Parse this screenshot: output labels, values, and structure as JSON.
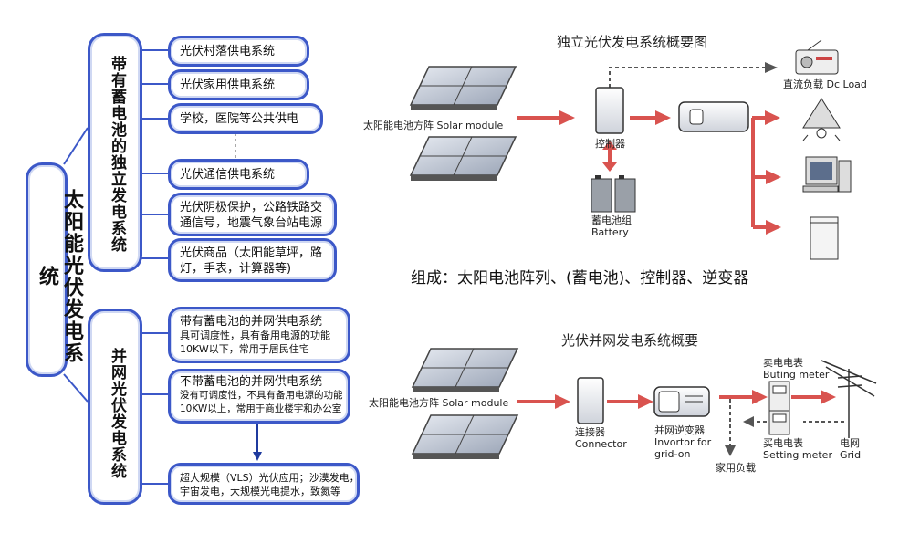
{
  "tree": {
    "root": "太阳能光伏发电系统",
    "branch1": {
      "label": "带有蓄电池的独立发电系统",
      "items": [
        "光伏村落供电系统",
        "光伏家用供电系统",
        "学校，医院等公共供电",
        "光伏通信供电系统",
        [
          "光伏阴极保护，公路铁路交",
          "通信号，地震气象台站电源"
        ],
        [
          "光伏商品（太阳能草坪，路",
          "灯，手表，计算器等)"
        ]
      ]
    },
    "branch2": {
      "label": "并网光伏发电系统",
      "items": [
        [
          "带有蓄电池的并网供电系统",
          "具可调度性，具有备用电源的功能",
          "10KW以下，常用于居民住宅"
        ],
        [
          "不带蓄电池的并网供电系统",
          "没有可调度性，不具有备用电源的功能",
          "10KW以上，常用于商业楼宇和办公室"
        ],
        [
          "超大规模（VLS）光伏应用；沙漠发电，",
          "宇宙发电，大规模光电提水，致氮等"
        ]
      ]
    }
  },
  "standalone": {
    "title": "独立光伏发电系统概要图",
    "solar_label": "太阳能电池方阵  Solar module",
    "controller": "控制器",
    "battery": [
      "蓄电池组",
      "Battery"
    ],
    "dc_load": "直流负载 Dc Load",
    "composition": "组成：太阳电池阵列、(蓄电池)、控制器、逆变器"
  },
  "grid": {
    "title": "光伏并网发电系统概要",
    "solar_label": "太阳能电池方阵  Solar module",
    "connector": [
      "连接器",
      "Connector"
    ],
    "inverter": [
      "并网逆变器",
      "Invortor for",
      "grid-on"
    ],
    "sell_meter": [
      "卖电电表",
      "Buting meter"
    ],
    "buy_meter": [
      "买电电表",
      "Setting meter"
    ],
    "grid": [
      "电网",
      "Grid"
    ],
    "home_load": "家用负载"
  },
  "colors": {
    "pill_border": "#3c58c8",
    "arrow_red": "#d9534f",
    "arrow_blue": "#1f3a9e"
  }
}
